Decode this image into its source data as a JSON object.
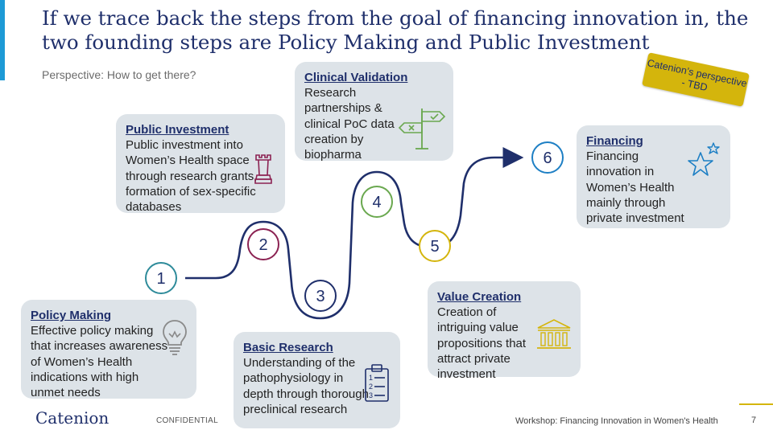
{
  "title": "If we trace back the steps from the goal of financing innovation in, the two founding steps are Policy Making and Public Investment",
  "subtitle": "Perspective: How to get there?",
  "badge": "Catenion’s perspective - TBD",
  "steps": [
    {
      "number": "1",
      "color": "#2e8b9a",
      "title": "Policy Making",
      "text": "Effective policy making that increases awareness of Women’s Health indications with high unmet needs",
      "icon": "lightbulb-icon"
    },
    {
      "number": "2",
      "color": "#8b2252",
      "title": "Public Investment",
      "text": "Public investment into Women’s Health space through research grants, formation of sex-specific databases",
      "icon": "chess-rook-icon"
    },
    {
      "number": "3",
      "color": "#1f2f6b",
      "title": "Basic Research",
      "text": "Understanding of the pathophysiology in depth through thorough preclinical research",
      "icon": "clipboard-list-icon"
    },
    {
      "number": "4",
      "color": "#6aa84f",
      "title": "Clinical Validation",
      "text": "Research partnerships & clinical PoC data creation by biopharma",
      "icon": "signpost-icon"
    },
    {
      "number": "5",
      "color": "#d4b50c",
      "title": "Value Creation",
      "text": "Creation of intriguing value propositions that attract private investment",
      "icon": "bank-icon"
    },
    {
      "number": "6",
      "color": "#1d7fc4",
      "title": "Financing",
      "text": "Financing innovation in Women’s Health mainly through private investment",
      "icon": "stars-icon"
    }
  ],
  "footer": {
    "logo": "Catenion",
    "confidential": "CONFIDENTIAL",
    "workshop": "Workshop: Financing Innovation in Women's Health",
    "page": "7"
  },
  "colors": {
    "path": "#1f2f6b",
    "card": "#dde3e8",
    "title": "#1f2f6b",
    "accent": "#d4b50c"
  }
}
